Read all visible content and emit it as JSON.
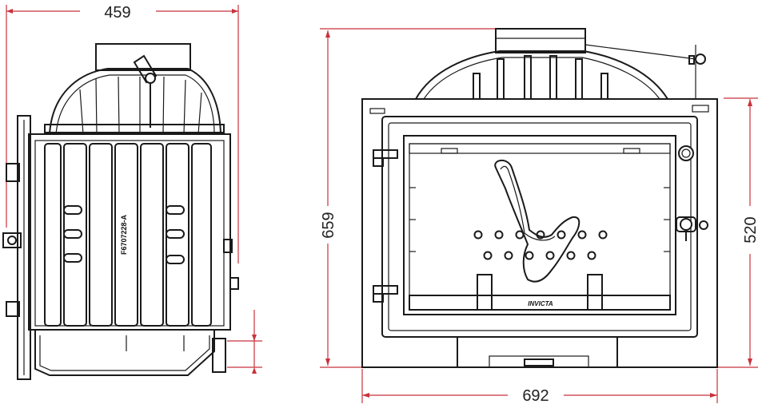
{
  "dimensions": {
    "side_depth": "459",
    "front_width": "692",
    "front_height": "659",
    "front_door_height": "520"
  },
  "labels": {
    "side_part_code": "F6707228-A",
    "front_brand": "INVICTA"
  },
  "colors": {
    "dimension_line": "#c8323c",
    "drawing_line": "#1a1a1a",
    "background": "#ffffff"
  }
}
